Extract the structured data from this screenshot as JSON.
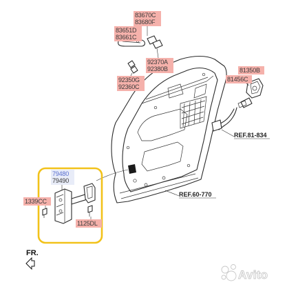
{
  "labels": {
    "p83670c": "83670C",
    "p83680f": "83680F",
    "p83651d": "83651D",
    "p83661c": "83661C",
    "p92370a": "92370A",
    "p92380b": "92380B",
    "p92350g": "92350G",
    "p92360c": "92360C",
    "p81350b": "81350B",
    "p81456c": "81456C",
    "p79480": "79480",
    "p79490": "79490",
    "p1339cc": "1339CC",
    "p1125dl": "1125DL"
  },
  "refs": {
    "ref_81_834": "REF.81-834",
    "ref_60_770": "REF.60-770"
  },
  "direction": "FR.",
  "watermark": "Avito",
  "colors": {
    "label_highlight": "#f5b1ab",
    "highlight_box": "#f2c21a",
    "blue_code": "#5a6fd0"
  },
  "icons": {
    "watermark_logo": "avito-dots-logo"
  }
}
